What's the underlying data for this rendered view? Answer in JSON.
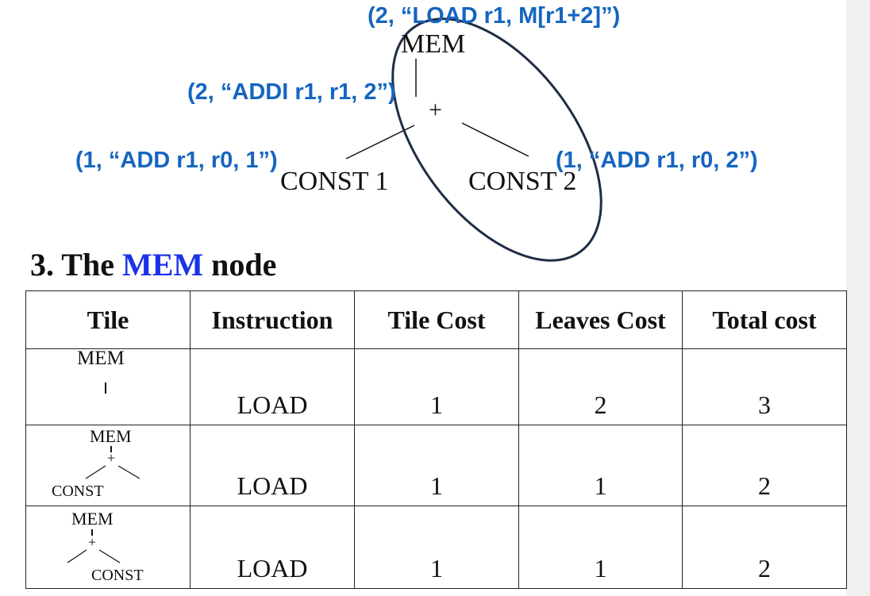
{
  "tree": {
    "root_label": "MEM",
    "plus_label": "+",
    "left_leaf": "CONST 1",
    "right_leaf": "CONST 2"
  },
  "annotations": {
    "mem": "(2, “LOAD r1, M[r1+2]”)",
    "plus": "(2, “ADDI r1, r1, 2”)",
    "const1": "(1, “ADD r1, r0, 1”)",
    "const2": "(1, “ADD r1, r0, 2”)"
  },
  "section": {
    "number": "3. The",
    "highlight": "MEM",
    "suffix": "node"
  },
  "table": {
    "headers": [
      "Tile",
      "Instruction",
      "Tile Cost",
      "Leaves Cost",
      "Total cost"
    ],
    "rows": [
      {
        "tile": {
          "top": "MEM",
          "bar": "|"
        },
        "instruction": "LOAD",
        "tile_cost": "1",
        "leaves_cost": "2",
        "total_cost": "3"
      },
      {
        "tile": {
          "top": "MEM",
          "bar": "|",
          "plus": "+",
          "const": "CONST"
        },
        "instruction": "LOAD",
        "tile_cost": "1",
        "leaves_cost": "1",
        "total_cost": "2"
      },
      {
        "tile": {
          "top": "MEM",
          "bar": "|",
          "plus": "+",
          "const": "CONST"
        },
        "instruction": "LOAD",
        "tile_cost": "1",
        "leaves_cost": "1",
        "total_cost": "2"
      }
    ]
  },
  "colors": {
    "annotation": "#1565c0",
    "highlight": "#1a33e6",
    "ellipse": "#1f2d44"
  }
}
